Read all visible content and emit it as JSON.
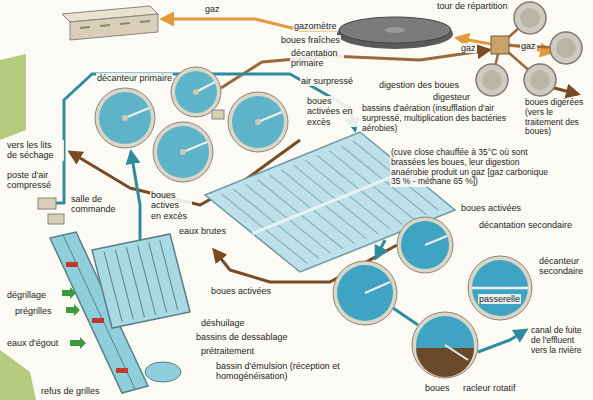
{
  "diagram": {
    "labels": [
      "gaz",
      "gazomètre",
      "tour de répartition",
      "gaz",
      "gaz",
      "boues fraîches",
      "décantation primaire",
      "décanteur primaire",
      "air surpressé",
      "digestion des boues",
      "digesteur",
      "boues activées en excès",
      "bassins d'aération (insufflation d'air surpressé, multiplication des bactéries aérobies)",
      "boues digérées (vers le traitement des boues)",
      "(cuve close chauffée à 35°C où sont brassées les boues, leur digestion anaérobie produit un gaz [gaz carbonique 35 % - méthane 65 %])",
      "vers les lits de séchage",
      "poste d'air compressé",
      "salle de commande",
      "boues actives en excès",
      "boues activées",
      "décantation secondaire",
      "eaux brutes",
      "décanteur secondaire",
      "boues activées",
      "passerelle",
      "dégrillage",
      "prégrilles",
      "déshuilage",
      "eaux d'égout",
      "bassins de dessablage",
      "canal de fuite de l'effluent vers la rivière",
      "prétraitement",
      "bassin d'émulsion (réception et homogénéisation)",
      "refus de grilles",
      "boues",
      "racleur rotatif"
    ]
  }
}
